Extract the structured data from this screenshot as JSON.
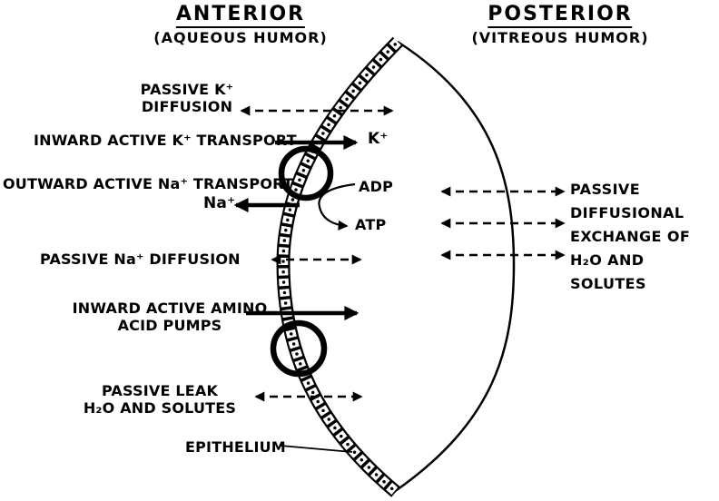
{
  "titles": {
    "anterior": "ANTERIOR",
    "anterior_sub": "(AQUEOUS HUMOR)",
    "posterior": "POSTERIOR",
    "posterior_sub": "(VITREOUS HUMOR)"
  },
  "labels": {
    "passive_k": "PASSIVE K⁺\nDIFFUSION",
    "inward_k": "INWARD ACTIVE K⁺ TRANSPORT",
    "k_ion": "K⁺",
    "outward_na": "OUTWARD ACTIVE Na⁺ TRANSPORT",
    "na_ion": "Na⁺",
    "adp": "ADP",
    "atp": "ATP",
    "passive_na": "PASSIVE Na⁺ DIFFUSION",
    "amino": "INWARD ACTIVE AMINO\nACID PUMPS",
    "passive_leak": "PASSIVE LEAK\nH₂O AND SOLUTES",
    "epithelium": "EPITHELIUM",
    "right_exchange": "PASSIVE\nDIFFUSIONAL\nEXCHANGE OF\nH₂O AND SOLUTES"
  },
  "colors": {
    "ink": "#000000",
    "background": "#ffffff"
  }
}
